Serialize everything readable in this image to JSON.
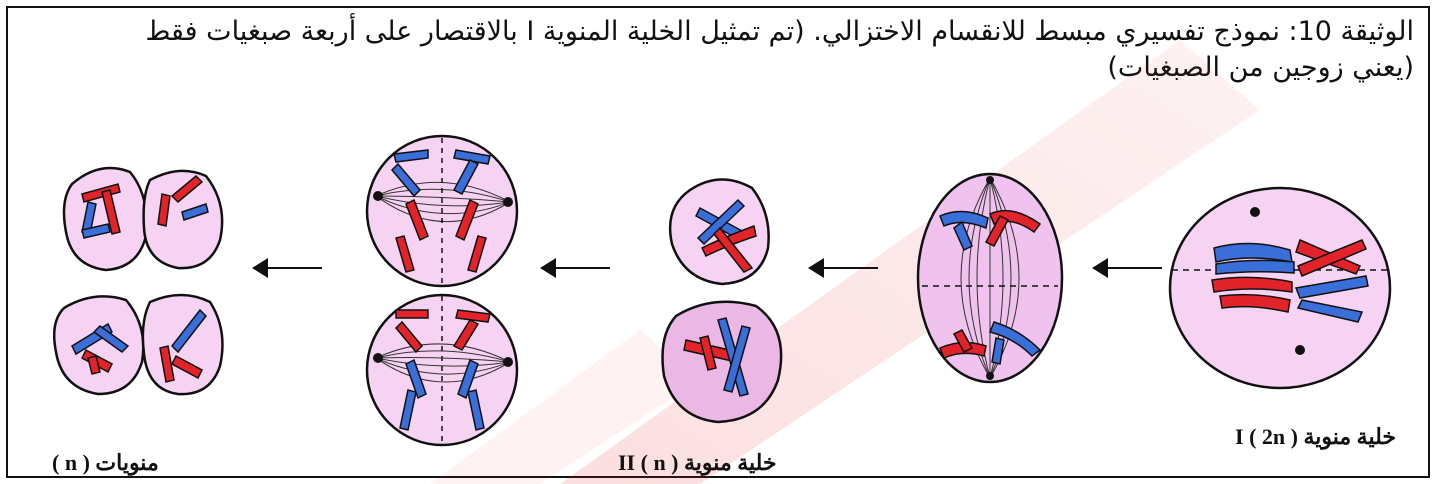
{
  "caption": {
    "line1": "الوثيقة 10: نموذج تفسيري مبسط للانقسام الاختزالي. (تم تمثيل الخلية المنوية I بالاقتصار على أربعة صبغيات فقط",
    "line2": "(يعني زوجين من الصبغيات)"
  },
  "labels": {
    "spermatocyte_1": "خلية منوية I ( 2n )",
    "spermatocyte_2": "خلية منوية II ( n )",
    "spermatids": "منويات ( n )"
  },
  "colors": {
    "cell_fill": "#f6d2f3",
    "red_chromosome": "#e3232a",
    "blue_chromosome": "#3a6ed9",
    "outline": "#111111",
    "watermark": "#e8272a"
  }
}
